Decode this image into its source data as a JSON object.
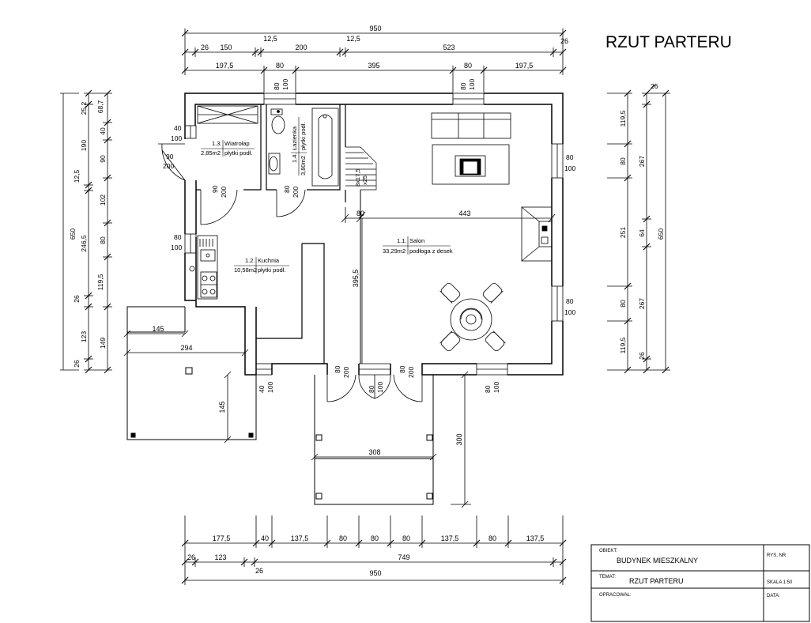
{
  "title": "RZUT PARTERU",
  "rooms": {
    "salon": {
      "number": "1.1.",
      "name": "Salon",
      "area": "33,29m2",
      "floor": "podłoga z desek"
    },
    "kuchnia": {
      "number": "1.2.",
      "name": "Kuchnia",
      "area": "10,58m2",
      "floor": "płytki podł."
    },
    "wiatrolap": {
      "number": "1.3.",
      "name": "Wiatrołap",
      "area": "2,85m2",
      "floor": "płytki podł."
    },
    "lazienka": {
      "number": "1.4.",
      "name": "Łazienka",
      "area": "3,80m2",
      "floor": "płytki podł."
    }
  },
  "dims": {
    "top_total": "950",
    "top_row1": [
      "26",
      "150",
      "12,5",
      "200",
      "12,5",
      "523",
      "26"
    ],
    "top_row2": [
      "197,5",
      "80",
      "395",
      "80",
      "197,5"
    ],
    "bottom_row1": [
      "177,5",
      "40",
      "137,5",
      "80",
      "80",
      "80",
      "137,5",
      "80",
      "137,5"
    ],
    "bottom_row2": [
      "26",
      "123",
      "749",
      "26"
    ],
    "bottom_total": "950",
    "left_outer": "650",
    "left_mid": [
      "25,2",
      "190",
      "12,5",
      "246,5",
      "26",
      "123",
      "26"
    ],
    "left_inner": [
      "68,7",
      "40",
      "90",
      "102",
      "80",
      "119,5",
      "149"
    ],
    "right_outer": "650",
    "right_mid": [
      "26",
      "267",
      "64",
      "267",
      "26"
    ],
    "right_inner": [
      "119,5",
      "80",
      "251",
      "80",
      "119,5"
    ],
    "windows": {
      "top_left": [
        "80",
        "100"
      ],
      "top_right": [
        "80",
        "100"
      ],
      "right_upper": [
        "80",
        "100"
      ],
      "right_lower": [
        "80",
        "100"
      ],
      "left_kitchen": [
        "80",
        "100"
      ],
      "left_hall": [
        "40",
        "100"
      ],
      "bottom_left": [
        "40",
        "100"
      ],
      "bottom_center": [
        "80",
        "100"
      ],
      "bottom_right": [
        "80",
        "100"
      ]
    },
    "doors": {
      "entry": [
        "90",
        "200"
      ],
      "hall": [
        "90",
        "200"
      ],
      "bath": [
        "80",
        "200"
      ],
      "front_left": [
        "80",
        "200"
      ],
      "front_right": [
        "80",
        "200"
      ]
    },
    "interior": {
      "salon_width": "443",
      "salon_left": "80",
      "salon_height": "395,5",
      "stair": [
        "8x17,5",
        "x25"
      ],
      "terrace_w1": "145",
      "terrace_w2": "294",
      "terrace_h": "145",
      "porch_w": "308",
      "porch_h": "300"
    }
  },
  "title_block": {
    "object_label": "OBIEKT:",
    "object_value": "BUDYNEK MIESZKALNY",
    "sheet_label": "RYS. NR",
    "topic_label": "TEMAT:",
    "topic_value": "RZUT PARTERU",
    "scale": "SKALA 1:50",
    "author_label": "OPRACOWAŁ:",
    "date_label": "DATA:"
  }
}
